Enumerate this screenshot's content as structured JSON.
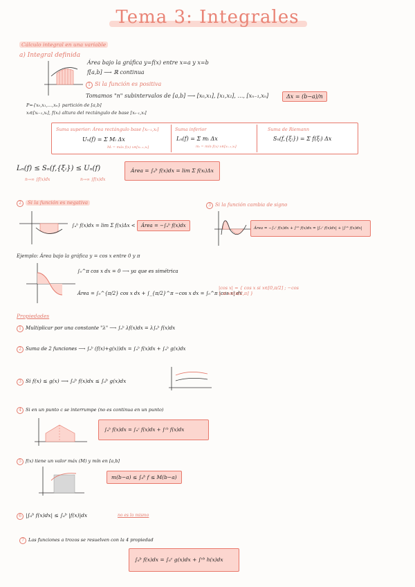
{
  "title": "Tema 3: Integrales",
  "subtitle": "Cálculo integral en una variable",
  "section_a": "a) Integral definida",
  "area_bajo": "Área bajo la gráfica y=f(x) entre x=a y x=b",
  "fab": "f[a,b] ⟶ ℝ continua",
  "case1": "Si la función es positiva",
  "tomamos": "Tomamos \"n\" subintervalos de [a,b] ⟶ [x₀,x₁], [x₁,x₂], …, [xₙ₋₁,xₙ]",
  "delta": "Δx = (b−a)/n",
  "particion": "P={x₀,x₁,…,xₙ} partición de [a,b]",
  "altura": "xᵢ∈[xᵢ₋₁,xᵢ], f(xᵢ) altura del rectángulo de base [xᵢ₋₁,xᵢ]",
  "sup_title": "Suma superior: Área rectángulo base [xᵢ₋₁,xᵢ]",
  "sup_formula": "Uₙ(f) = Σ Mᵢ Δx",
  "sup_note": "Mᵢ = máx f(x) x∈[xᵢ₋₁,xᵢ]",
  "inf_title": "Suma inferior",
  "inf_formula": "Lₙ(f) = Σ mᵢ Δx",
  "inf_note": "mᵢ = mín f(x) x∈[xᵢ₋₁,xᵢ]",
  "riem_title": "Suma de Riemann",
  "riem_formula": "Sₙ(f,{ξᵢ}) = Σ f(ξᵢ) Δx",
  "ineq": "Lₙ(f) ≤ Sₙ(f,{ξᵢ}) ≤ Uₙ(f)",
  "ineq_l": "n→∞ ∫f(x)dx",
  "ineq_r": "n→∞ ∫f(x)dx",
  "area_formula": "Área = ∫ₐᵇ f(x)dx = lim Σ f(xᵢ)Δx",
  "case2": "Si la función es negativa",
  "neg_formula": "∫ₐᵇ f(x)dx = lim Σ f(x)Δx < 0",
  "neg_area": "Área = −∫ₐᵇ f(x)dx",
  "case3": "Si la función cambia de signo",
  "sign_area": "Área = −∫ₐᶜ f(x)dx + ∫ᶜᵇ f(x)dx = |∫ₐᶜ f(x)dx| + |∫ᶜᵇ f(x)dx|",
  "ejemplo": "Ejemplo: Área bajo la gráfica y = cos x entre 0 y π",
  "ej1": "∫₀^π cos x dx = 0 ⟶ ya que es simétrica",
  "ej2": "Área = ∫₀^{π/2} cos x dx + ∫_{π/2}^π −cos x dx = ∫₀^π |cos x| dx",
  "ej3": "|cos x| = { cos x  si x∈[0,π/2] ; −cos x  si x∈(π/2,π] }",
  "props_title": "Propiedades",
  "p1": "Multiplicar por una constante \"λ\" ⟶ ∫ₐᵇ λf(x)dx = λ∫ₐᵇ f(x)dx",
  "p2": "Suma de 2 funciones ⟶ ∫ₐᵇ (f(x)+g(x))dx = ∫ₐᵇ f(x)dx + ∫ₐᵇ g(x)dx",
  "p3": "Si f(x) ≤ g(x) ⟶ ∫ₐᵇ f(x)dx ≤ ∫ₐᵇ g(x)dx",
  "p4": "Si en un punto c se interrumpe (no es continua en un punto)",
  "p4_formula": "∫ₐᵇ f(x)dx = ∫ₐᶜ f(x)dx + ∫ᶜᵇ f(x)dx",
  "p5": "f(x) tiene un valor máx (M) y mín en [a,b]",
  "p5_formula": "m(b−a) ≤ ∫ₐᵇ f ≤ M(b−a)",
  "p6": "|∫ₐᵇ f(x)dx| ≤ ∫ₐᵇ |f(x)|dx",
  "p6_note": "no es lo mismo",
  "p7": "Las funciones a trozos se resuelven con la 4 propiedad",
  "p7_formula": "∫ₐᵇ f(x)dx = ∫ₐᶜ g(x)dx + ∫ᶜᵇ h(x)dx"
}
